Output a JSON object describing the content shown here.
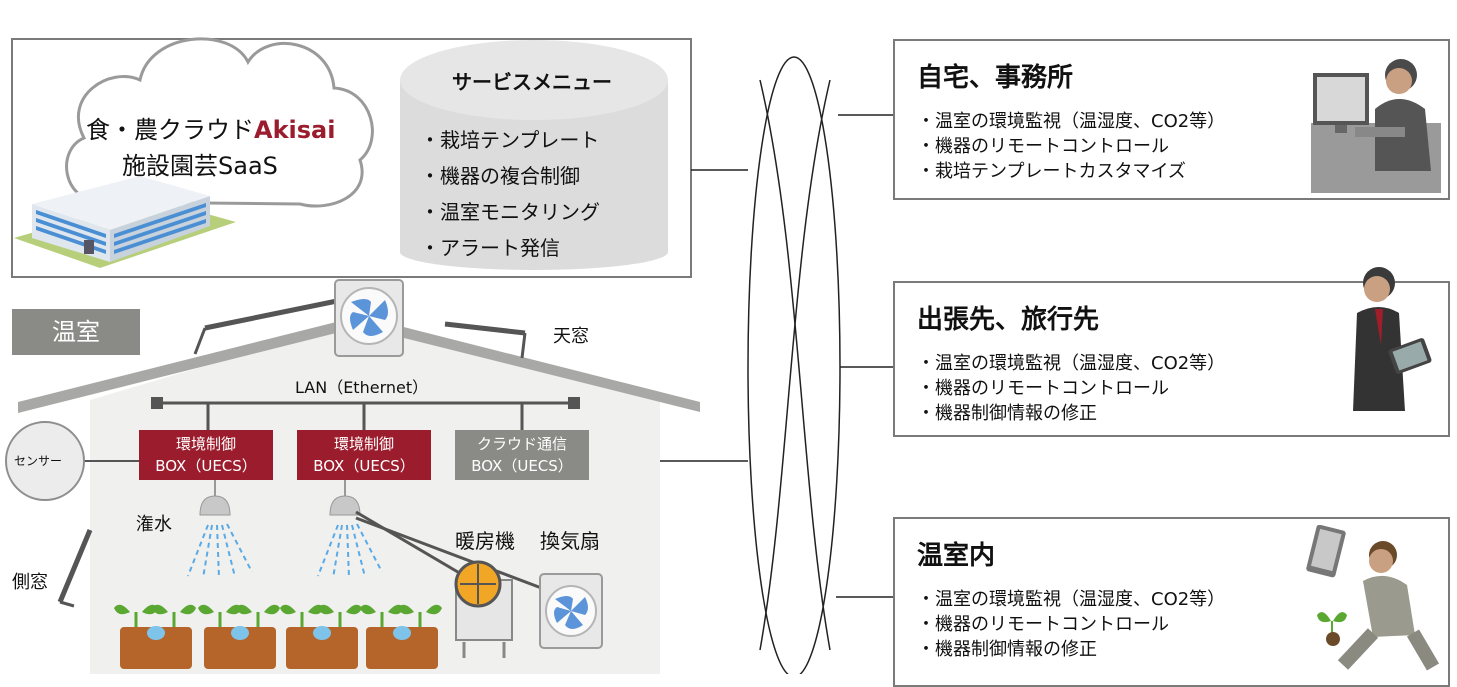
{
  "cloud": {
    "line1_prefix": "食・農クラウド",
    "line1_brand": "Akisai",
    "line2": "施設園芸SaaS"
  },
  "service_menu": {
    "title": "サービスメニュー",
    "items": [
      "・栽培テンプレート",
      "・機器の複合制御",
      "・温室モニタリング",
      "・アラート発信"
    ]
  },
  "greenhouse": {
    "label": "温室",
    "skylight": "天窓",
    "lan": "LAN（Ethernet）",
    "sensor": "センサー",
    "side_window": "側窓",
    "irrigation": "潅水",
    "heater": "暖房機",
    "fan": "換気扇",
    "boxes": [
      {
        "line1": "環境制御",
        "line2": "BOX（UECS）",
        "kind": "red"
      },
      {
        "line1": "環境制御",
        "line2": "BOX（UECS）",
        "kind": "red"
      },
      {
        "line1": "クラウド通信",
        "line2": "BOX（UECS）",
        "kind": "gray"
      }
    ]
  },
  "destinations": [
    {
      "title": "自宅、事務所",
      "items": [
        "・温室の環境監視（温湿度、CO2等）",
        "・機器のリモートコントロール",
        "・栽培テンプレートカスタマイズ"
      ]
    },
    {
      "title": "出張先、旅行先",
      "items": [
        "・温室の環境監視（温湿度、CO2等）",
        "・機器のリモートコントロール",
        "・機器制御情報の修正"
      ]
    },
    {
      "title": "温室内",
      "items": [
        "・温室の環境監視（温湿度、CO2等）",
        "・機器のリモートコントロール",
        "・機器制御情報の修正"
      ]
    }
  ],
  "colors": {
    "brand_red": "#9b1c2c",
    "box_gray": "#8a8a86",
    "greenhouse_bg": "#f0f0ef",
    "plant_green": "#5aa832",
    "planter_brown": "#b5652a"
  }
}
